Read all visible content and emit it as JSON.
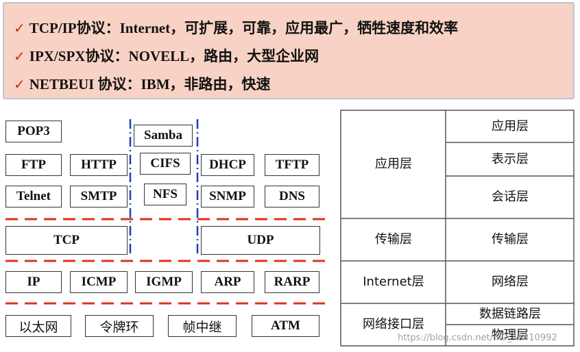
{
  "top_panel": {
    "check_glyph": "✓",
    "bullets": [
      "TCP/IP协议：Internet，可扩展，可靠，应用最广，牺牲速度和效率",
      "IPX/SPX协议：NOVELL，路由，大型企业网",
      "NETBEUI 协议：IBM，非路由，快速"
    ]
  },
  "stack": {
    "app_protocols": [
      "POP3",
      "Samba",
      "FTP",
      "HTTP",
      "CIFS",
      "DHCP",
      "TFTP",
      "Telnet",
      "SMTP",
      "NFS",
      "SNMP",
      "DNS"
    ],
    "transport": [
      "TCP",
      "UDP"
    ],
    "internet": [
      "IP",
      "ICMP",
      "IGMP",
      "ARP",
      "RARP"
    ],
    "link": [
      "以太网",
      "令牌环",
      "帧中继",
      "ATM"
    ]
  },
  "layers": {
    "tcpip": [
      "应用层",
      "传输层",
      "Internet层",
      "网络接口层"
    ],
    "osi": [
      "应用层",
      "表示层",
      "会话层",
      "传输层",
      "网络层",
      "数据链路层",
      "物理层"
    ]
  },
  "watermark": "https://blog.csdn.net/m0_46410992",
  "colors": {
    "panel_bg": "#f8d2c4",
    "check": "#cc2a16",
    "dash_red": "#e0301e",
    "dash_blue": "#1f3fb3"
  }
}
